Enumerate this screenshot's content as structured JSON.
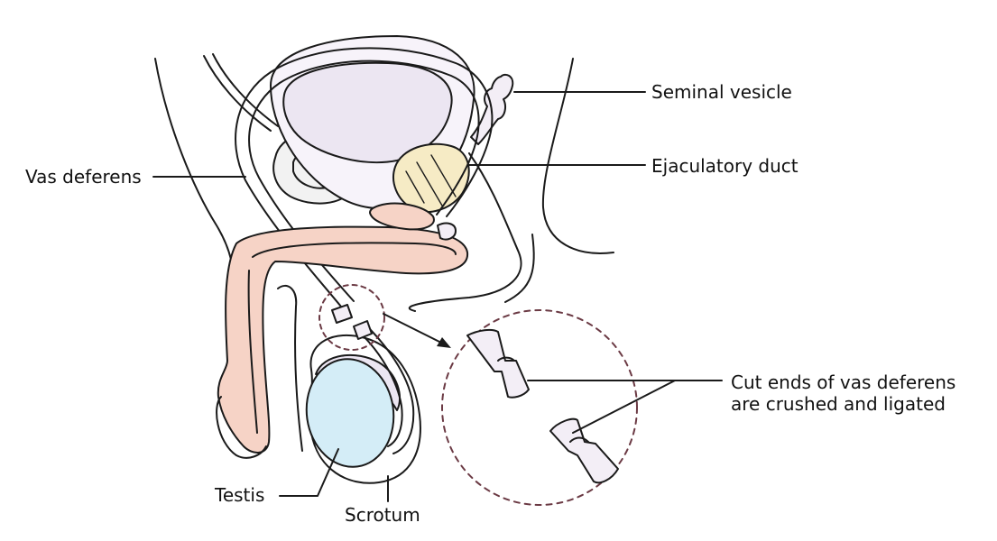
{
  "labels": {
    "seminal_vesicle": "Seminal vesicle",
    "ejaculatory_duct": "Ejaculatory duct",
    "vas_deferens": "Vas deferens",
    "cut_ends_line1": "Cut ends of vas deferens",
    "cut_ends_line2": "are crushed and ligated",
    "testis": "Testis",
    "scrotum": "Scrotum"
  },
  "colors": {
    "outline": "#1a1a1a",
    "bladder_fill": "#ece6f2",
    "duct_fill": "#f3eef6",
    "penis_fill": "#f6d3c6",
    "prostate_fill": "#f6ebc5",
    "testis_fill": "#d4edf7",
    "magnifier_stroke": "#6b3a44"
  }
}
